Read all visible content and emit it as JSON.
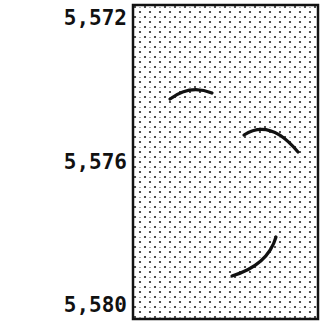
{
  "diagram": {
    "labels": [
      "5,572",
      "5,576",
      "5,580"
    ]
  }
}
